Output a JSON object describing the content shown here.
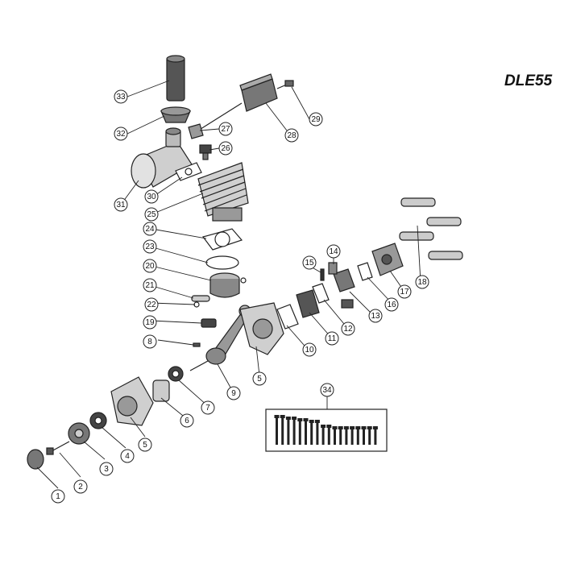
{
  "title": "DLE55",
  "callouts": [
    "1",
    "2",
    "3",
    "4",
    "5",
    "5",
    "6",
    "7",
    "8",
    "9",
    "10",
    "11",
    "12",
    "13",
    "14",
    "15",
    "16",
    "17",
    "18",
    "19",
    "20",
    "21",
    "22",
    "23",
    "24",
    "25",
    "26",
    "27",
    "28",
    "29",
    "30",
    "31",
    "32",
    "33",
    "34"
  ]
}
